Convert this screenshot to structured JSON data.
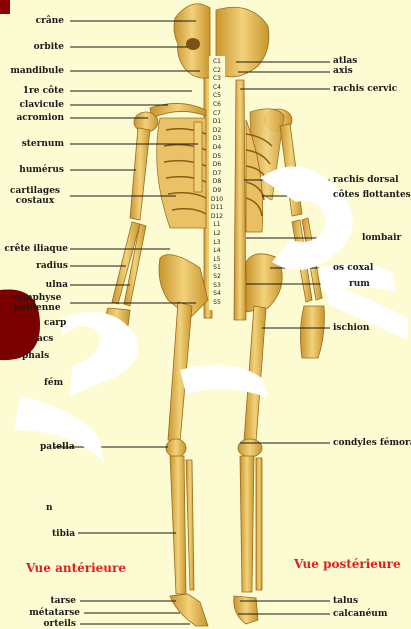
{
  "labels_left": {
    "crane": "crâne",
    "orbite": "orbite",
    "mandibule": "mandibule",
    "premiere_cote": "1re côte",
    "clavicule": "clavicule",
    "acromion": "acromion",
    "sternum": "sternum",
    "humerus": "humérus",
    "cartilages": "cartilages costaux",
    "crete_iliaque": "crête iliaque",
    "radius": "radius",
    "ulna": "ulna",
    "symphyse": "symphyse pubienne",
    "carpe": "carp",
    "metacarpe": "acs",
    "phalanges": "phals",
    "femur": "fém",
    "patella": "patella",
    "fibula": "n",
    "tibia": "tibia",
    "tarse": "tarse",
    "metatarse": "métatarse",
    "orteils": "orteils"
  },
  "labels_right": {
    "atlas": "atlas",
    "axis": "axis",
    "rachis_cervical": "rachis cervic",
    "rachis_dorsal": "rachis dorsal",
    "cotes_flottantes": "côtes flottantes",
    "rachis_lombaire": "lombair",
    "os_coxal": "os coxal",
    "sacrum": "rum",
    "ischion": "ischion",
    "condyles_femoraux": "condyles fémora",
    "talus": "talus",
    "calcaneum": "calcanéum"
  },
  "views": {
    "anterior": "Vue antérieure",
    "posterior": "Vue postérieure"
  },
  "vertebrae": [
    "C1",
    "C2",
    "C3",
    "C4",
    "C5",
    "C6",
    "C7",
    "D1",
    "D2",
    "D3",
    "D4",
    "D5",
    "D6",
    "D7",
    "D8",
    "D9",
    "D10",
    "D11",
    "D12",
    "L1",
    "L2",
    "L3",
    "L4",
    "L5",
    "S1",
    "S2",
    "S3",
    "S4",
    "S5"
  ],
  "colors": {
    "background": "#fdfbd2",
    "bone": "#e9c25a",
    "bone_shadow": "#b8862a",
    "view_title": "#e02020",
    "watermark": "#8a0000"
  }
}
